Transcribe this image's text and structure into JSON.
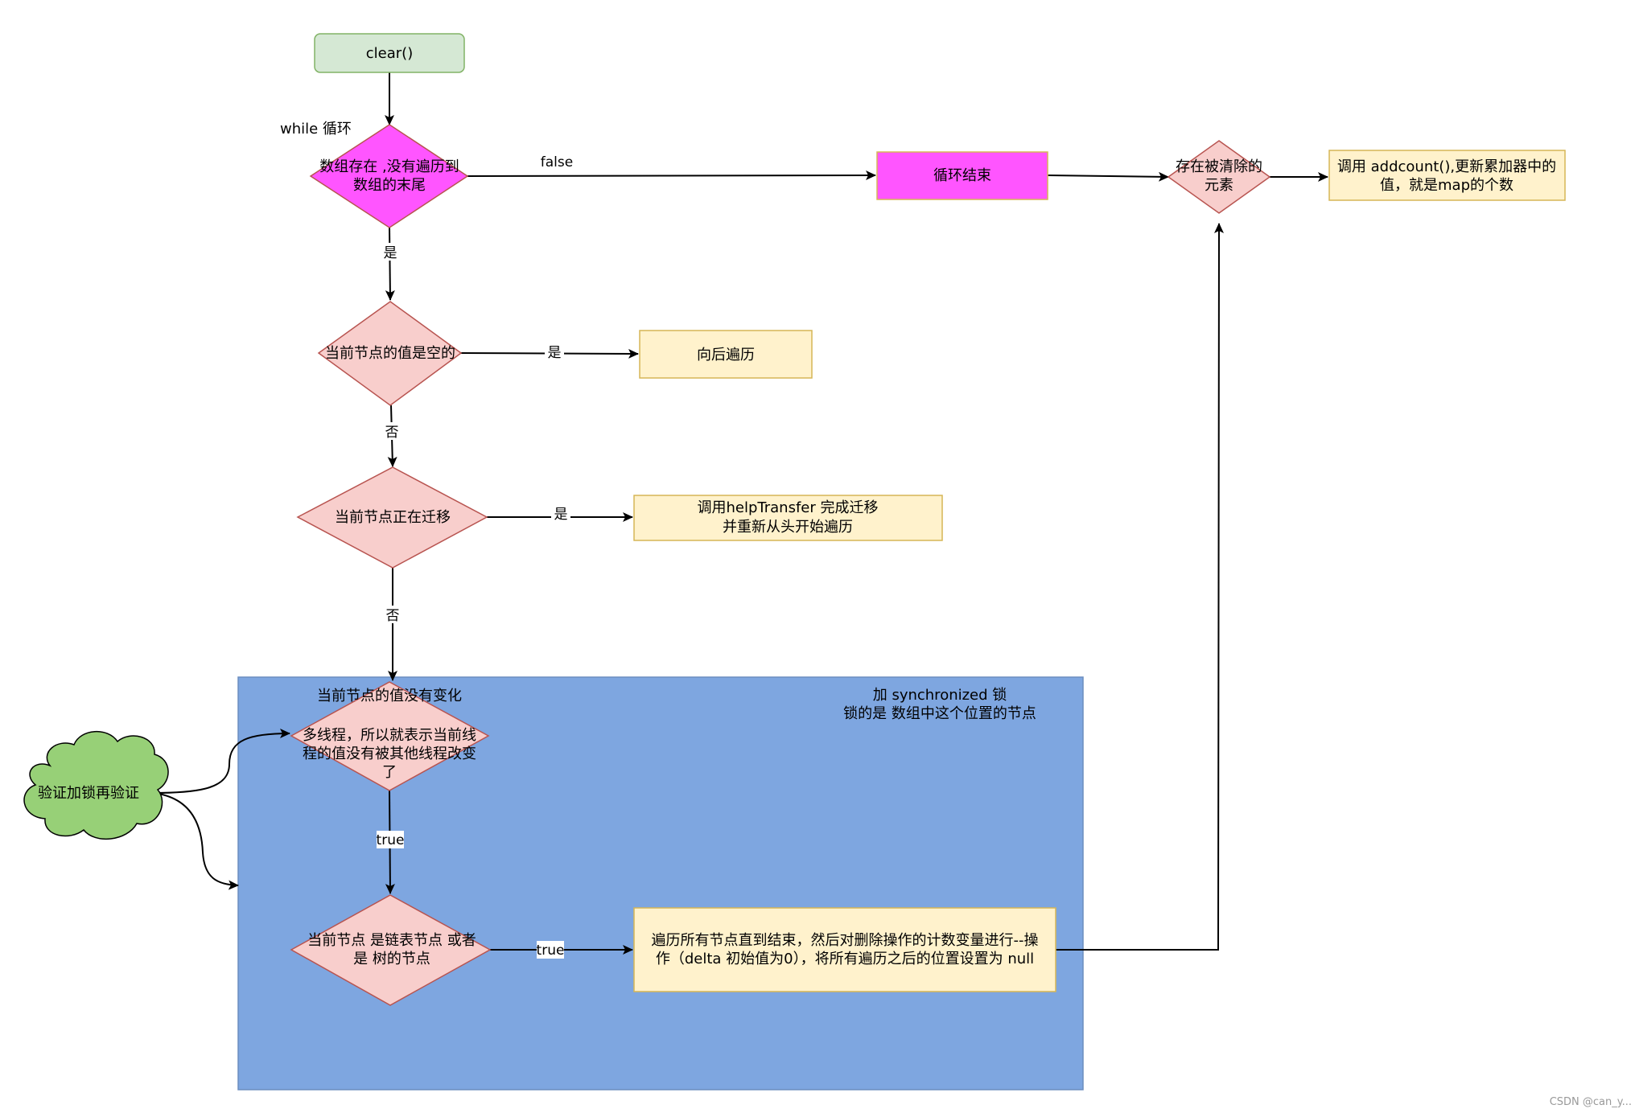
{
  "nodes": {
    "clear": {
      "lines": [
        "clear()"
      ],
      "fill": "#d5e8d4",
      "stroke": "#82b366"
    },
    "while_label": {
      "lines": [
        "while 循环"
      ]
    },
    "array_check": {
      "lines": [
        "数组存在 ,没有遍历到",
        "数组的末尾"
      ],
      "fill": "#ff55ff",
      "stroke": "#b85450"
    },
    "loop_end": {
      "lines": [
        "循环结束"
      ],
      "fill": "#ff55ff",
      "stroke": "#d6b656"
    },
    "exists_cleared": {
      "lines": [
        "存在被清除的",
        "元素"
      ],
      "fill": "#f8cecc",
      "stroke": "#b85450"
    },
    "call_addcount": {
      "lines": [
        "调用 addcount(),更新累加器中的",
        "值，就是map的个数"
      ],
      "fill": "#fff2cc",
      "stroke": "#d6b656"
    },
    "node_empty": {
      "lines": [
        "当前节点的值是空的"
      ],
      "fill": "#f8cecc",
      "stroke": "#b85450"
    },
    "traverse_back": {
      "lines": [
        "向后遍历"
      ],
      "fill": "#fff2cc",
      "stroke": "#d6b656"
    },
    "node_migrating": {
      "lines": [
        "当前节点正在迁移"
      ],
      "fill": "#f8cecc",
      "stroke": "#b85450"
    },
    "help_transfer": {
      "lines": [
        "调用helpTransfer   完成迁移",
        "并重新从头开始遍历"
      ],
      "fill": "#fff2cc",
      "stroke": "#d6b656"
    },
    "sync_container": {
      "lines": [
        "加 synchronized 锁",
        "锁的是 数组中这个位置的节点"
      ],
      "fill": "#7ea6e0",
      "stroke": "#6c8ebf"
    },
    "value_unchanged": {
      "title": "当前节点的值没有变化",
      "lines": [
        "多线程，所以就表示当前线",
        "程的值没有被其他线程改变",
        "了"
      ],
      "fill": "#f8cecc",
      "stroke": "#b85450"
    },
    "linked_or_tree": {
      "lines": [
        "当前节点 是链表节点 或者",
        "是 树的节点"
      ],
      "fill": "#f8cecc",
      "stroke": "#b85450"
    },
    "traverse_all": {
      "lines": [
        "遍历所有节点直到结束，然后对删除操作的计数变量进行--操",
        "作（delta 初始值为0），将所有遍历之后的位置设置为 null"
      ],
      "fill": "#fff2cc",
      "stroke": "#d6b656"
    },
    "verify_cloud": {
      "lines": [
        "验证加锁再验证"
      ],
      "fill": "#97d077",
      "stroke": "#000000"
    }
  },
  "edge_labels": {
    "false_label": "false",
    "yes_1": "是",
    "yes_2": "是",
    "no_1": "否",
    "yes_3": "是",
    "no_2": "否",
    "true_1": "true",
    "true_2": "true"
  },
  "watermark": "CSDN @can_y..."
}
